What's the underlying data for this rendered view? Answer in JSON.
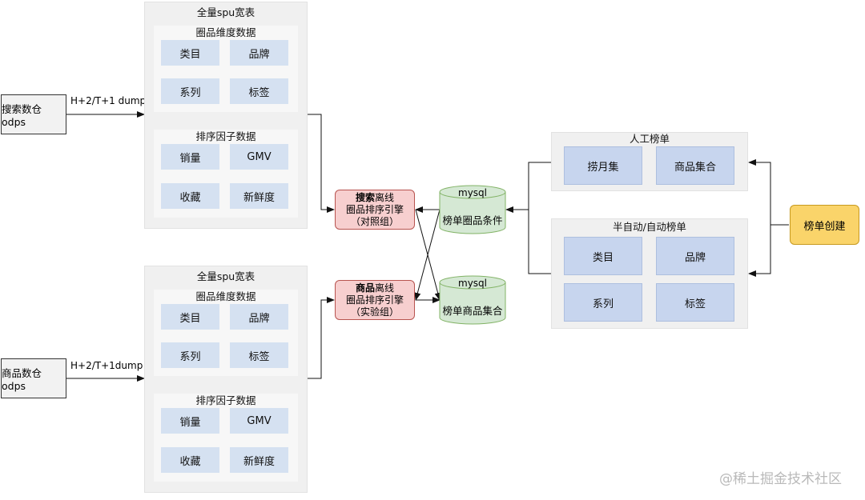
{
  "blocks": [
    {
      "title": "全量spu宽表",
      "group1": {
        "title": "圈品维度数据",
        "cells": [
          "类目",
          "品牌",
          "系列",
          "标签"
        ]
      },
      "group2": {
        "title": "排序因子数据",
        "cells": [
          "销量",
          "GMV",
          "收藏",
          "新鲜度"
        ]
      }
    },
    {
      "title": "全量spu宽表",
      "group1": {
        "title": "圈品维度数据",
        "cells": [
          "类目",
          "品牌",
          "系列",
          "标签"
        ]
      },
      "group2": {
        "title": "排序因子数据",
        "cells": [
          "销量",
          "GMV",
          "收藏",
          "新鲜度"
        ]
      }
    }
  ],
  "sources": [
    {
      "label": "搜索数仓odps",
      "edge": "H+2/T+1 dump"
    },
    {
      "label": "商品数仓odps",
      "edge": "H+2/T+1dump"
    }
  ],
  "engines": [
    {
      "line1": "搜索",
      "line1_rest": "离线",
      "line2": "圈品排序引擎",
      "line3": "（对照组）"
    },
    {
      "line1": "商品",
      "line1_rest": "离线",
      "line2": "圈品排序引擎",
      "line3": "（实验组）"
    }
  ],
  "databases": [
    {
      "type": "mysql",
      "label": "榜单圈品条件"
    },
    {
      "type": "mysql",
      "label": "榜单商品集合"
    }
  ],
  "manual": {
    "title": "人工榜单",
    "cells": [
      "捞月集",
      "商品集合"
    ]
  },
  "auto": {
    "title": "半自动/自动榜单",
    "cells": [
      "类目",
      "品牌",
      "系列",
      "标签"
    ]
  },
  "create": {
    "label": "榜单创建"
  },
  "watermark": "@稀土掘金技术社区",
  "colors": {
    "engine_fill": "#f7cfcf",
    "db_fill": "#d5e8d4",
    "create_fill": "#fad46a",
    "cell_fill": "#d5e1f1"
  }
}
